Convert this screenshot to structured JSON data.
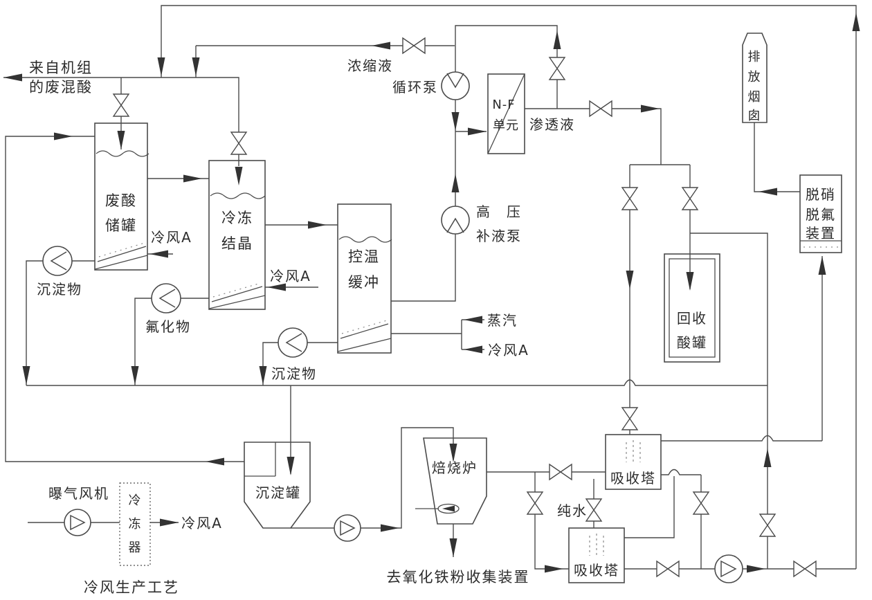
{
  "colors": {
    "line": "#4a4a4a",
    "text": "#2b2b2b",
    "background": "#ffffff"
  },
  "labels": {
    "feed_l1": "来自机组",
    "feed_l2": "的废混酸",
    "waste_tank_l1": "废酸",
    "waste_tank_l2": "储罐",
    "freeze_l1": "冷冻",
    "freeze_l2": "结晶",
    "buffer_l1": "控温",
    "buffer_l2": "缓冲",
    "cold_air": "冷风A",
    "steam": "蒸汽",
    "sediment": "沉淀物",
    "fluoride": "氟化物",
    "concentrate": "浓缩液",
    "circulation_pump": "循环泵",
    "nf_l1": "N-F",
    "nf_l2": "单元",
    "permeate": "渗透液",
    "hp_pump_l1": "高　压",
    "hp_pump_l2": "补液泵",
    "recovery_l1": "回收",
    "recovery_l2": "酸罐",
    "denit_l1": "脱硝",
    "denit_l2": "脱氟",
    "denit_l3": "装置",
    "chimney_c1": "排",
    "chimney_c2": "放",
    "chimney_c3": "烟",
    "chimney_c4": "囱",
    "settling_tank": "沉淀罐",
    "furnace": "焙烧炉",
    "iron_oxide_note": "去氧化铁粉收集装置",
    "absorber": "吸收塔",
    "pure_water": "纯水",
    "aeration_fan": "曝气风机",
    "freezer_c1": "冷",
    "freezer_c2": "冻",
    "freezer_c3": "器",
    "process_caption": "冷风生产工艺"
  }
}
